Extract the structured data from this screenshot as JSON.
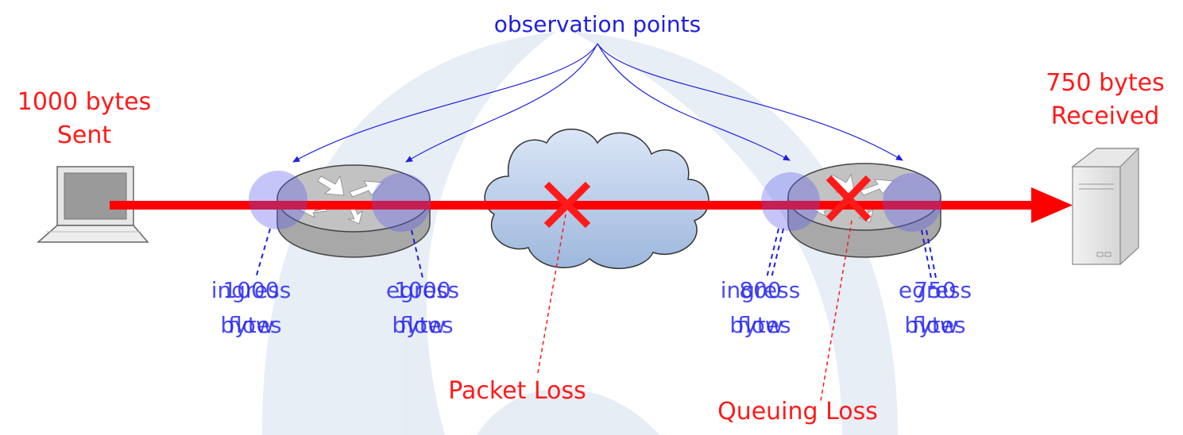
{
  "diagram": {
    "header": "observation points",
    "sender_line1": "1000 bytes",
    "sender_line2": "Sent",
    "receiver_line1": "750 bytes",
    "receiver_line2": "Received",
    "obs": [
      {
        "word1": "ingress",
        "word2": "flow",
        "bytes1": "1000",
        "bytes2": "bytes"
      },
      {
        "word1": "egress",
        "word2": "flow",
        "bytes1": "1000",
        "bytes2": "bytes"
      },
      {
        "word1": "ingress",
        "word2": "flow",
        "bytes1": "800",
        "bytes2": "bytes"
      },
      {
        "word1": "egress",
        "word2": "flow",
        "bytes1": "750",
        "bytes2": "bytes"
      }
    ],
    "packet_loss": "Packet Loss",
    "queuing_loss": "Queuing Loss"
  },
  "colors": {
    "flow_red": "#ff0000",
    "label_red": "#ff1a1a",
    "label_blue": "#1f1fe0",
    "watermark": "#dfe8f2"
  },
  "icons": [
    "laptop-icon",
    "router-icon",
    "cloud-icon",
    "loss-x-icon",
    "server-icon"
  ]
}
